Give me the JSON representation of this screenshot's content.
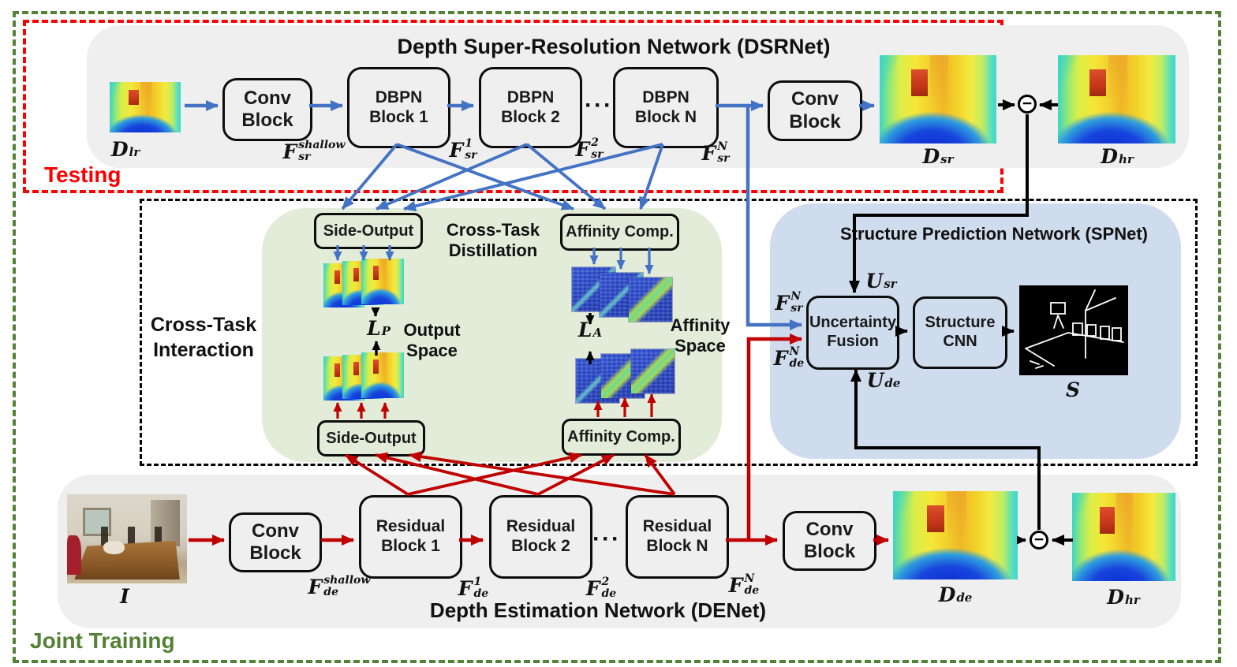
{
  "palette": {
    "blue_arrow": "#4472c4",
    "red_arrow": "#c00000",
    "black": "#000000",
    "gray_panel": "#efefef",
    "green_panel": "#e3ecd9",
    "blue_panel": "#cfdcee",
    "red_dash": "#fb0000",
    "green_dash": "#538135"
  },
  "joint_training": {
    "label": "Joint Training"
  },
  "testing": {
    "label": "Testing"
  },
  "dsrnet": {
    "title": "Depth Super-Resolution Network (DSRNet)",
    "conv_in": "Conv\nBlock",
    "dbpn1": "DBPN\nBlock 1",
    "dbpn2": "DBPN\nBlock 2",
    "dots": "···",
    "dbpnN": "DBPN\nBlock N",
    "conv_out": "Conv\nBlock",
    "minus": "−",
    "d_lr": {
      "base": "D",
      "sub": "lr"
    },
    "f_shallow": {
      "base": "F",
      "sub": "sr",
      "sup": "shallow"
    },
    "f1": {
      "base": "F",
      "sub": "sr",
      "sup": "1"
    },
    "f2": {
      "base": "F",
      "sub": "sr",
      "sup": "2"
    },
    "fN": {
      "base": "F",
      "sub": "sr",
      "sup": "N"
    },
    "d_sr": {
      "base": "D",
      "sub": "sr"
    },
    "d_hr": {
      "base": "D",
      "sub": "hr"
    }
  },
  "interaction": {
    "label": "Cross-Task\nInteraction",
    "distillation_label": "Cross-Task\nDistillation",
    "side_output_top": "Side-Output",
    "side_output_bottom": "Side-Output",
    "affinity_top": "Affinity Comp.",
    "affinity_bottom": "Affinity Comp.",
    "l_p": {
      "base": "L",
      "sub": "P"
    },
    "l_a": {
      "base": "L",
      "sub": "A"
    },
    "output_space": "Output\nSpace",
    "affinity_space": "Affinity\nSpace"
  },
  "spnet": {
    "title": "Structure Prediction Network (SPNet)",
    "uncertainty_fusion": "Uncertainty\nFusion",
    "structure_cnn": "Structure\nCNN",
    "u_sr": {
      "base": "U",
      "sub": "sr"
    },
    "u_de": {
      "base": "U",
      "sub": "de"
    },
    "f_sr": {
      "base": "F",
      "sub": "sr",
      "sup": "N"
    },
    "f_de": {
      "base": "F",
      "sub": "de",
      "sup": "N"
    },
    "s": {
      "base": "S"
    }
  },
  "denet": {
    "title": "Depth Estimation Network (DENet)",
    "conv_in": "Conv\nBlock",
    "res1": "Residual\nBlock 1",
    "res2": "Residual\nBlock 2",
    "dots": "···",
    "resN": "Residual\nBlock N",
    "conv_out": "Conv\nBlock",
    "minus": "−",
    "i": {
      "base": "I"
    },
    "f_shallow": {
      "base": "F",
      "sub": "de",
      "sup": "shallow"
    },
    "f1": {
      "base": "F",
      "sub": "de",
      "sup": "1"
    },
    "f2": {
      "base": "F",
      "sub": "de",
      "sup": "2"
    },
    "fN": {
      "base": "F",
      "sub": "de",
      "sup": "N"
    },
    "d_de": {
      "base": "D",
      "sub": "de"
    },
    "d_hr": {
      "base": "D",
      "sub": "hr"
    }
  }
}
